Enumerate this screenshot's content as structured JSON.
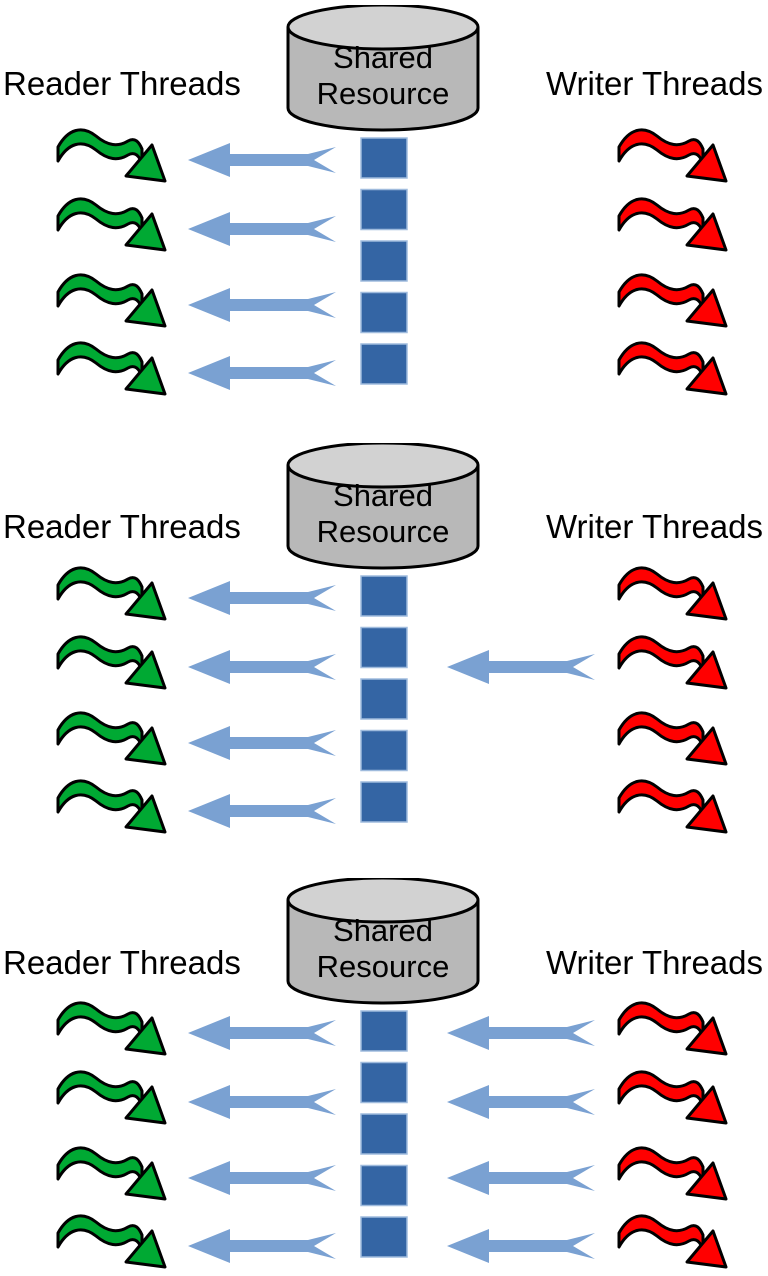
{
  "colors": {
    "reader_arrow_green": "#00a933",
    "writer_arrow_red": "#ff0000",
    "access_arrow_blue": "#7aa1d2",
    "queue_item_blue": "#3465a4",
    "queue_item_border": "#9fbbdd",
    "cylinder_body_gray": "#b8b8b8",
    "cylinder_top_gray": "#d2d2d2",
    "outline_black": "#000000",
    "background": "#ffffff",
    "text": "#000000"
  },
  "panels": [
    {
      "name": "readers-accessing",
      "reader_label": "Reader Threads",
      "writer_label": "Writer Threads",
      "resource_label_line1": "Shared",
      "resource_label_line2": "Resource",
      "reader_thread_count": 4,
      "writer_thread_count": 4,
      "queue_item_count": 5,
      "reader_access_rows": [
        1,
        2,
        3,
        4
      ],
      "writer_access_rows": []
    },
    {
      "name": "readers-and-one-writer-accessing",
      "reader_label": "Reader Threads",
      "writer_label": "Writer Threads",
      "resource_label_line1": "Shared",
      "resource_label_line2": "Resource",
      "reader_thread_count": 4,
      "writer_thread_count": 4,
      "queue_item_count": 5,
      "reader_access_rows": [
        1,
        2,
        3,
        4
      ],
      "writer_access_rows": [
        2
      ]
    },
    {
      "name": "readers-and-writers-accessing",
      "reader_label": "Reader Threads",
      "writer_label": "Writer Threads",
      "resource_label_line1": "Shared",
      "resource_label_line2": "Resource",
      "reader_thread_count": 4,
      "writer_thread_count": 4,
      "queue_item_count": 5,
      "reader_access_rows": [
        1,
        2,
        3,
        4
      ],
      "writer_access_rows": [
        1,
        2,
        3,
        4
      ]
    }
  ]
}
